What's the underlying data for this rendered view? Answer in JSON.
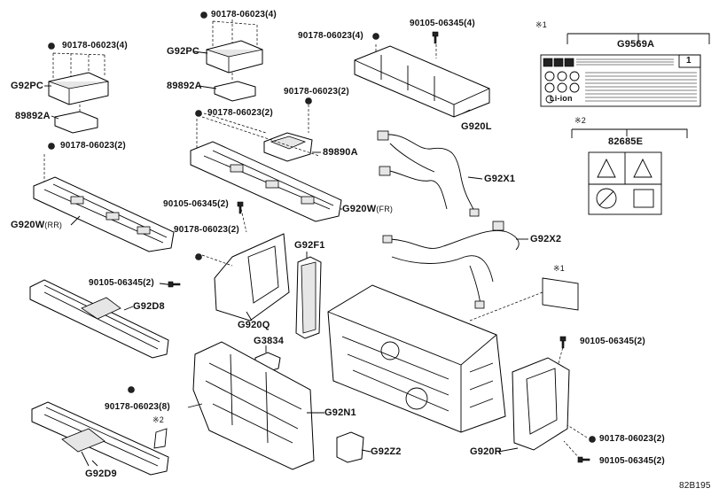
{
  "diagram_code": "82B195",
  "labels": {
    "l1": "90178-06023(4)",
    "l2": "90178-06023(4)",
    "l3": "G92PC",
    "l4": "G92PC",
    "l5": "89892A",
    "l6": "89892A",
    "l7": "90178-06023(2)",
    "l8": "90178-06023(2)",
    "l9": "90178-06023(4)",
    "l10": "90105-06345(4)",
    "l11": "90178-06023(2)",
    "l12": "G920L",
    "l13": "89890A",
    "l14": "G920W",
    "l14s": "(FR)",
    "l15": "G920W",
    "l15s": "(RR)",
    "l16": "90105-06345(2)",
    "l17": "90178-06023(2)",
    "l18": "G92X1",
    "l19": "G92X2",
    "l20": "G92F1",
    "l21": "90105-06345(2)",
    "l22": "G92D8",
    "l23": "G920Q",
    "l24": "G3834",
    "l25": "90178-06023(8)",
    "l26": "G92N1",
    "l27": "G92Z2",
    "l28": "G92D9",
    "l29": "90105-06345(2)",
    "l30": "90178-06023(2)",
    "l31": "90105-06345(2)",
    "l32": "G920R",
    "l33": "G9569A",
    "l34": "82685E",
    "l35": "Li-ion",
    "l36": "1"
  },
  "notes": {
    "n1": "※1",
    "n2": "※2",
    "n3": "※1",
    "n4": "※2"
  },
  "icons": [
    "nut-icon",
    "bolt-icon",
    "warning-label-icon",
    "battery-warning-icon"
  ]
}
